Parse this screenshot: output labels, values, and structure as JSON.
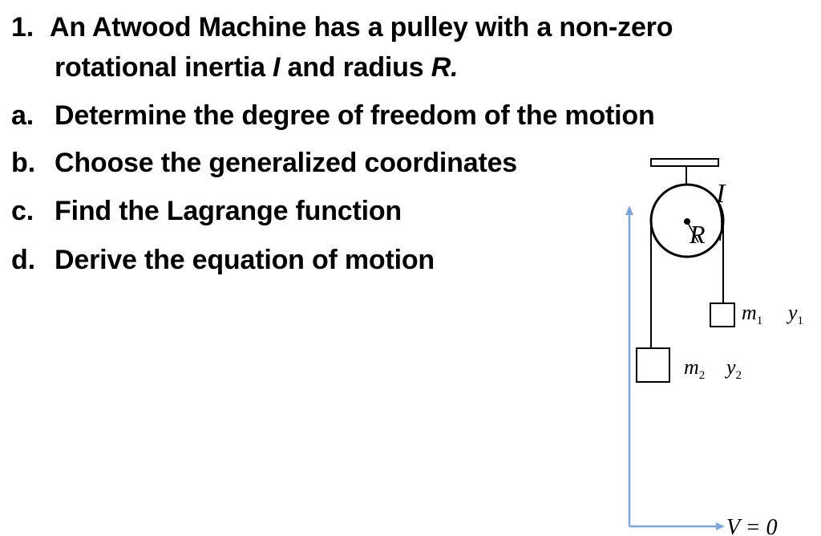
{
  "problem": {
    "number": "1.",
    "title_part1": "An Atwood Machine has a pulley with a non-zero",
    "title_line2_a": "rotational inertia ",
    "inertia_symbol": "I",
    "title_line2_b": " and radius ",
    "radius_symbol": "R.",
    "items": [
      {
        "marker": "a.",
        "text": "Determine the degree of freedom of the motion"
      },
      {
        "marker": "b.",
        "text": "Choose the generalized coordinates"
      },
      {
        "marker": "c.",
        "text": "Find the Lagrange function"
      },
      {
        "marker": "d.",
        "text": "Derive the equation of motion"
      }
    ]
  },
  "diagram": {
    "pulley_inertia_label": "I",
    "pulley_radius_label": "R",
    "mass1_label": "m",
    "mass1_sub": "1",
    "y1_label": "y",
    "y1_sub": "1",
    "mass2_label": "m",
    "mass2_sub": "2",
    "y2_label": "y",
    "y2_sub": "2",
    "potential_label": "V = 0",
    "axis_color": "#7ea6d6",
    "line_color": "#000000"
  }
}
